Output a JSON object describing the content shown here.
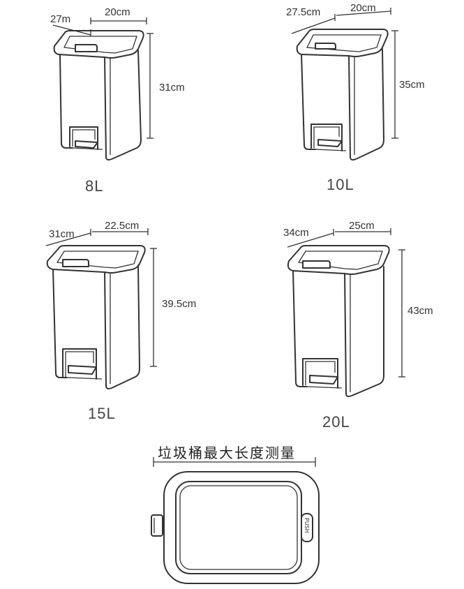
{
  "bins": [
    {
      "capacity": "8L",
      "depth": "27m",
      "width": "20cm",
      "height": "31cm"
    },
    {
      "capacity": "10L",
      "depth": "27.5cm",
      "width": "20cm",
      "height": "35cm"
    },
    {
      "capacity": "15L",
      "depth": "31cm",
      "width": "22.5cm",
      "height": "39.5cm"
    },
    {
      "capacity": "20L",
      "depth": "34cm",
      "width": "25cm",
      "height": "43cm"
    }
  ],
  "top_view": {
    "title": "垃圾桶最大长度测量",
    "push_label": "PUSH"
  }
}
